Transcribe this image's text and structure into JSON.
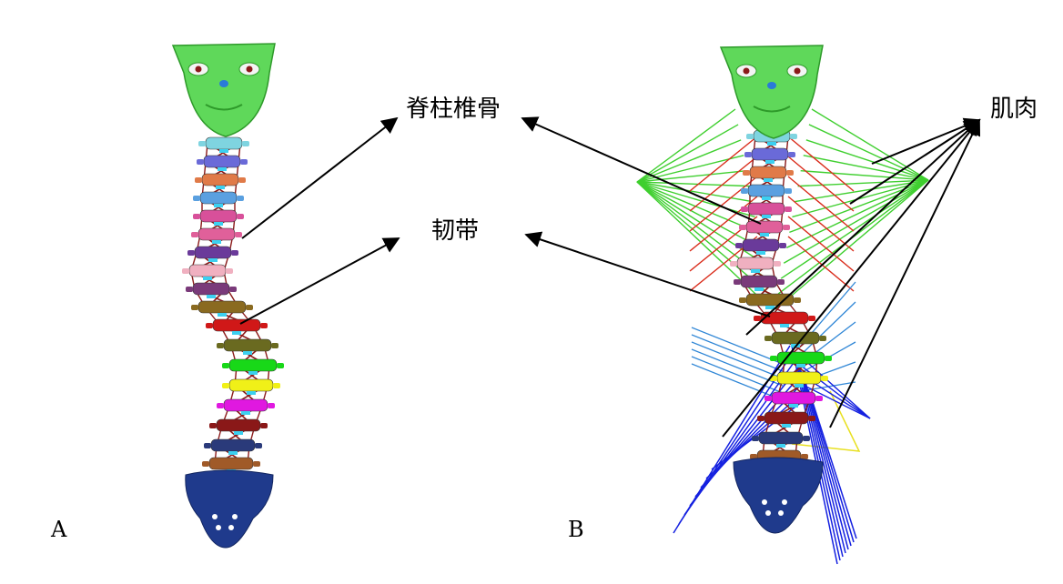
{
  "labels": {
    "spine": "脊柱椎骨",
    "ligament": "韧带",
    "muscle": "肌肉",
    "panel_a": "A",
    "panel_b": "B"
  },
  "colors": {
    "skull": "#5fd85a",
    "skull_dark": "#2e9a2a",
    "pelvis": "#1f3a8c",
    "ligament": "#8b1a1a",
    "muscle_green": "#3fcf2f",
    "muscle_red": "#d92b1a",
    "muscle_blue_light": "#2f86d6",
    "muscle_blue": "#1420e0",
    "muscle_yellow": "#e8e020",
    "arrow": "#000000"
  },
  "vertebra_colors": [
    "#7fd4e0",
    "#6a6ad8",
    "#e07a48",
    "#5aa0e0",
    "#d8509a",
    "#e0609a",
    "#6a3a9a",
    "#f0b0c0",
    "#7a3a7a",
    "#8a6a20",
    "#d01818",
    "#6a6a20",
    "#18d818",
    "#f0f018",
    "#e018e0",
    "#8a1818",
    "#2a3a7a",
    "#a05a28"
  ]
}
